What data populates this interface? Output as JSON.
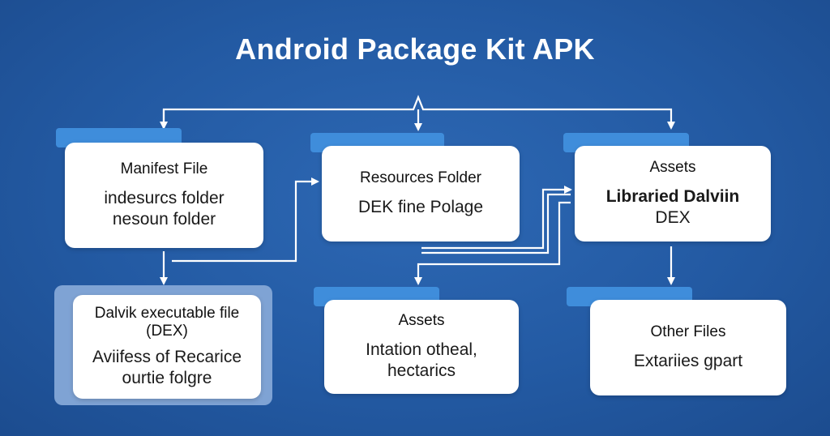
{
  "title": "Android Package Kit APK",
  "boxes": {
    "manifest": {
      "title": "Manifest File",
      "lines": [
        "indesurcs folder",
        "nesoun folder"
      ]
    },
    "resources": {
      "title": "Resources Folder",
      "lines": [
        "DEK fine Polage"
      ]
    },
    "assets_top": {
      "title": "Assets",
      "lines": [
        "Libraried Dalviin",
        "DEX"
      ]
    },
    "dalvik": {
      "title_lines": [
        "Dalvik executable file",
        "(DEX)"
      ],
      "lines": [
        "Aviifess of Recarice",
        "ourtie folgre"
      ]
    },
    "assets_bottom": {
      "title": "Assets",
      "lines": [
        "Intation otheal,",
        "hectarics"
      ]
    },
    "other_files": {
      "title": "Other Files",
      "lines": [
        "Extariies gpart"
      ]
    }
  },
  "colors": {
    "background": "#235aa3",
    "tab": "#3f8ddb",
    "box": "#ffffff",
    "highlight": "#7fa3d4",
    "connector": "#ffffff"
  }
}
